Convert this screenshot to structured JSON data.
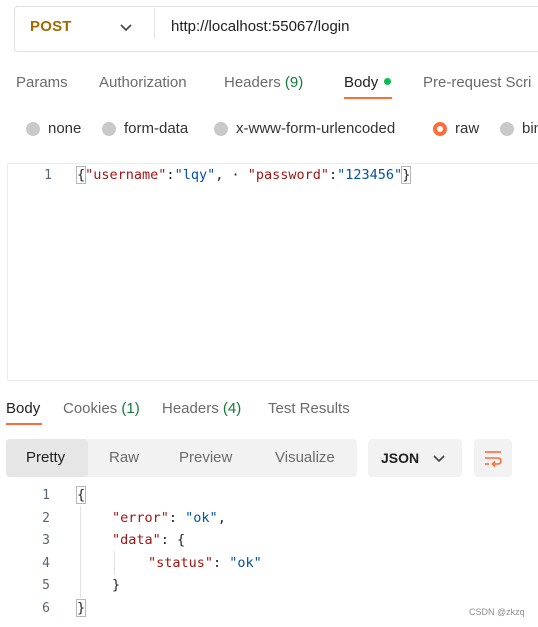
{
  "request": {
    "method": "POST",
    "url": "http://localhost:55067/login",
    "tabs": [
      {
        "label": "Params"
      },
      {
        "label": "Authorization"
      },
      {
        "label": "Headers",
        "count": "(9)"
      },
      {
        "label": "Body"
      },
      {
        "label": "Pre-request Scri"
      }
    ],
    "body_types": [
      "none",
      "form-data",
      "x-www-form-urlencoded",
      "raw",
      "bin"
    ],
    "selected_body_type": "raw",
    "editor": {
      "line_number": "1",
      "open": "{",
      "k1": "\"username\"",
      "colon": ":",
      "v1": "\"lqy\"",
      "comma": ",",
      "k2": "\"password\"",
      "v2": "\"123456\"",
      "close": "}"
    }
  },
  "response": {
    "tabs": [
      {
        "label": "Body"
      },
      {
        "label": "Cookies",
        "count": "(1)"
      },
      {
        "label": "Headers",
        "count": "(4)"
      },
      {
        "label": "Test Results"
      }
    ],
    "views": [
      "Pretty",
      "Raw",
      "Preview",
      "Visualize"
    ],
    "format": "JSON",
    "lines": {
      "n1": "1",
      "n2": "2",
      "n3": "3",
      "n4": "4",
      "n5": "5",
      "n6": "6",
      "open": "{",
      "error_key": "\"error\"",
      "error_sep": ": ",
      "error_val": "\"ok\"",
      "comma": ",",
      "data_key": "\"data\"",
      "data_sep": ": ",
      "data_open": "{",
      "status_key": "\"status\"",
      "status_sep": ": ",
      "status_val": "\"ok\"",
      "data_close": "}",
      "close": "}"
    }
  },
  "watermark": "CSDN @zkzq",
  "colors": {
    "accent": "#ff6c37",
    "method": "#a36b00",
    "count": "#0f7b3c",
    "json_key": "#a31515",
    "json_string": "#0451a5"
  }
}
